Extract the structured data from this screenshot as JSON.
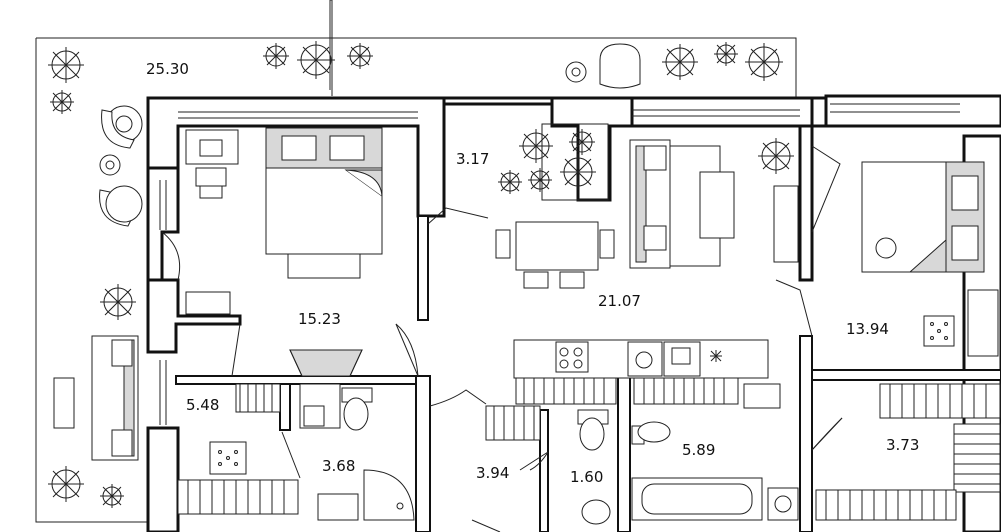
{
  "rooms": [
    {
      "id": "terrace",
      "area": "25.30"
    },
    {
      "id": "loggia",
      "area": "3.17"
    },
    {
      "id": "bedroom",
      "area": "15.23"
    },
    {
      "id": "living-kitchen",
      "area": "21.07"
    },
    {
      "id": "bedroom-2",
      "area": "13.94"
    },
    {
      "id": "dressing",
      "area": "5.48"
    },
    {
      "id": "bathroom-1",
      "area": "3.68"
    },
    {
      "id": "hall",
      "area": "3.94"
    },
    {
      "id": "wc",
      "area": "1.60"
    },
    {
      "id": "bathroom-2",
      "area": "5.89"
    },
    {
      "id": "closet",
      "area": "3.73"
    }
  ]
}
